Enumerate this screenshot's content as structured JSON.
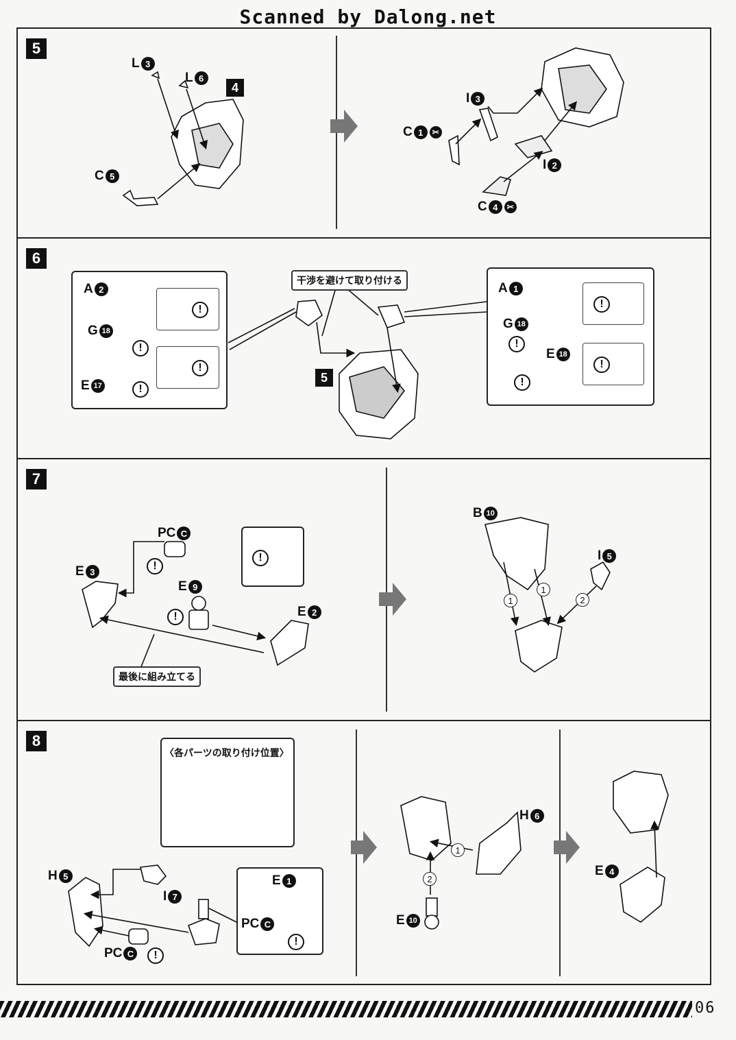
{
  "header": {
    "scanned_text": "Scanned by Dalong.net"
  },
  "page_number": "06",
  "steps": {
    "s5": {
      "number": "5",
      "labels": {
        "l3": "L",
        "l3n": "3",
        "l6": "L",
        "l6n": "6",
        "c5": "C",
        "c5n": "5",
        "i3": "I",
        "i3n": "3",
        "c1": "C",
        "c1n": "1",
        "i2": "I",
        "i2n": "2",
        "c4": "C",
        "c4n": "4"
      },
      "subassembly": "4"
    },
    "s6": {
      "number": "6",
      "note": "干渉を避けて取り付ける",
      "subassembly": "5",
      "left": {
        "a": "A",
        "an": "2",
        "g": "G",
        "gn": "18",
        "e": "E",
        "en": "17"
      },
      "right": {
        "a": "A",
        "an": "1",
        "g": "G",
        "gn": "18",
        "e": "E",
        "en": "18"
      }
    },
    "s7": {
      "number": "7",
      "note": "最後に組み立てる",
      "labels": {
        "pc": "PC",
        "pcn": "C",
        "e3": "E",
        "e3n": "3",
        "e9": "E",
        "e9n": "9",
        "e2": "E",
        "e2n": "2",
        "b10": "B",
        "b10n": "10",
        "i5": "I",
        "i5n": "5"
      },
      "order": {
        "o1a": "1",
        "o1b": "1",
        "o2": "2"
      }
    },
    "s8": {
      "number": "8",
      "note": "〈各パーツの取り付け位置〉",
      "labels": {
        "h5": "H",
        "h5n": "5",
        "i7": "I",
        "i7n": "7",
        "pc1": "PC",
        "pc1n": "C",
        "e1": "E",
        "e1n": "1",
        "pc2": "PC",
        "pc2n": "C",
        "h6": "H",
        "h6n": "6",
        "e10": "E",
        "e10n": "10",
        "e4": "E",
        "e4n": "4"
      },
      "order": {
        "o1": "1",
        "o2": "2"
      }
    }
  },
  "colors": {
    "ink": "#111111",
    "arrow": "#6a6a6a",
    "paper": "#f7f7f5"
  }
}
